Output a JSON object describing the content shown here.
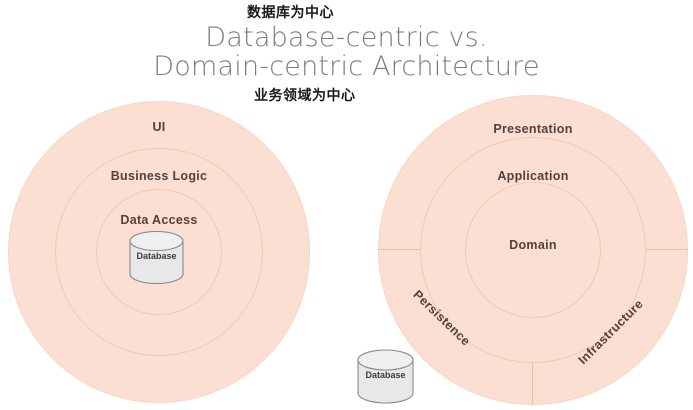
{
  "title": {
    "line1": "Database-centric vs.",
    "line2": "Domain-centric Architecture",
    "annotation_top": "数据库为中心",
    "annotation_bottom": "业务领域为中心"
  },
  "colors": {
    "ring_fill": "#fbdfd2",
    "ring_stroke": "#f3c9b2",
    "label_text": "#55403c",
    "title_text": "#7b7b7b",
    "annotation_text": "#1a1a1a",
    "cylinder_fill": "#e8e8e8",
    "cylinder_stroke": "#8a8a8a"
  },
  "left_diagram": {
    "name": "database-centric",
    "rings": [
      {
        "label": "UI"
      },
      {
        "label": "Business Logic"
      },
      {
        "label": "Data Access"
      }
    ],
    "cylinder": {
      "label": "Database"
    }
  },
  "right_diagram": {
    "name": "domain-centric",
    "rings": [
      {
        "label": "Presentation"
      },
      {
        "label": "Application"
      },
      {
        "label": "Domain"
      }
    ],
    "sectors": [
      {
        "label": "Persistence"
      },
      {
        "label": "Infrastructure"
      }
    ]
  },
  "external_cylinder": {
    "label": "Database"
  },
  "chart_data": {
    "type": "diagram",
    "title": "Database-centric vs. Domain-centric Architecture",
    "diagrams": [
      {
        "name": "Database-centric",
        "annotation": "数据库为中心",
        "layers_outer_to_inner": [
          "UI",
          "Business Logic",
          "Data Access"
        ],
        "center": "Database"
      },
      {
        "name": "Domain-centric",
        "annotation": "业务领域为中心",
        "layers_outer_to_inner": [
          "Presentation",
          "Application",
          "Domain"
        ],
        "outer_sectors": [
          "Persistence",
          "Infrastructure"
        ],
        "center": "Domain",
        "external": "Database"
      }
    ]
  }
}
